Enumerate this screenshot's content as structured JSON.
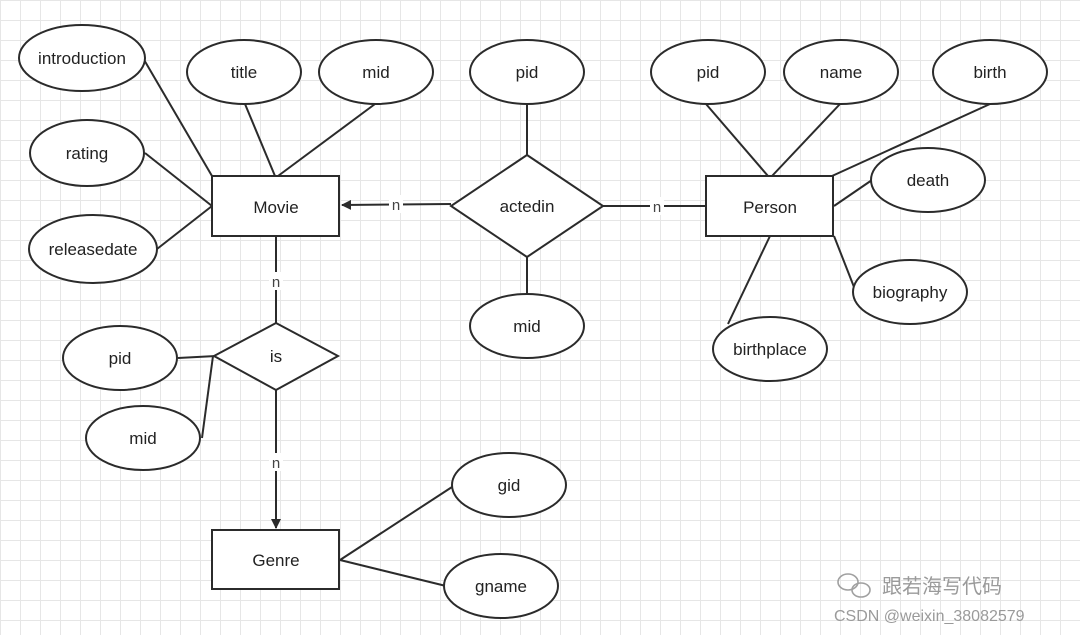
{
  "entities": {
    "movie": "Movie",
    "person": "Person",
    "genre": "Genre"
  },
  "relationships": {
    "actedin": "actedin",
    "is": "is"
  },
  "attributes": {
    "movie": [
      "introduction",
      "title",
      "mid",
      "rating",
      "releasedate"
    ],
    "actedin": [
      "pid",
      "mid"
    ],
    "person": [
      "pid",
      "name",
      "birth",
      "death",
      "biography",
      "birthplace"
    ],
    "is": [
      "pid",
      "mid"
    ],
    "genre": [
      "gid",
      "gname"
    ]
  },
  "cardinality": {
    "actedin_movie": "n",
    "actedin_person": "n",
    "movie_is": "n",
    "is_genre": "n"
  },
  "watermark": {
    "account": "跟若海写代码",
    "credit": "CSDN @weixin_38082579"
  }
}
